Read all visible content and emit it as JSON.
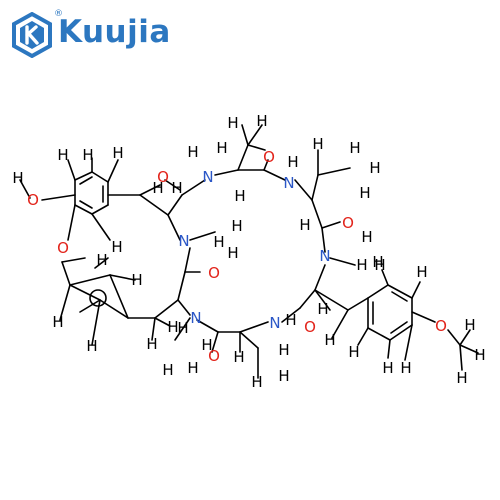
{
  "brand": {
    "name": "Kuujia",
    "registered_mark": "®",
    "colors": {
      "brand": "#2c77c0",
      "carbon_bond": "#000000",
      "oxygen": "#e2231a",
      "nitrogen": "#2b57c7",
      "hydrogen": "#000000"
    }
  },
  "structure": {
    "labels": {
      "hydroxyl_h": "H",
      "hydroxyl_o": "O",
      "ether_o": "O",
      "n1": "N",
      "n1_h": "H",
      "n2": "N",
      "n2_h": "H",
      "n3": "N",
      "n4": "N",
      "n5": "N",
      "n6": "N",
      "n6_h": "H",
      "o1": "O",
      "o2": "O",
      "o3": "O",
      "o4": "O",
      "o5": "O",
      "o6": "O",
      "methoxy_o": "O",
      "h": "H"
    }
  }
}
